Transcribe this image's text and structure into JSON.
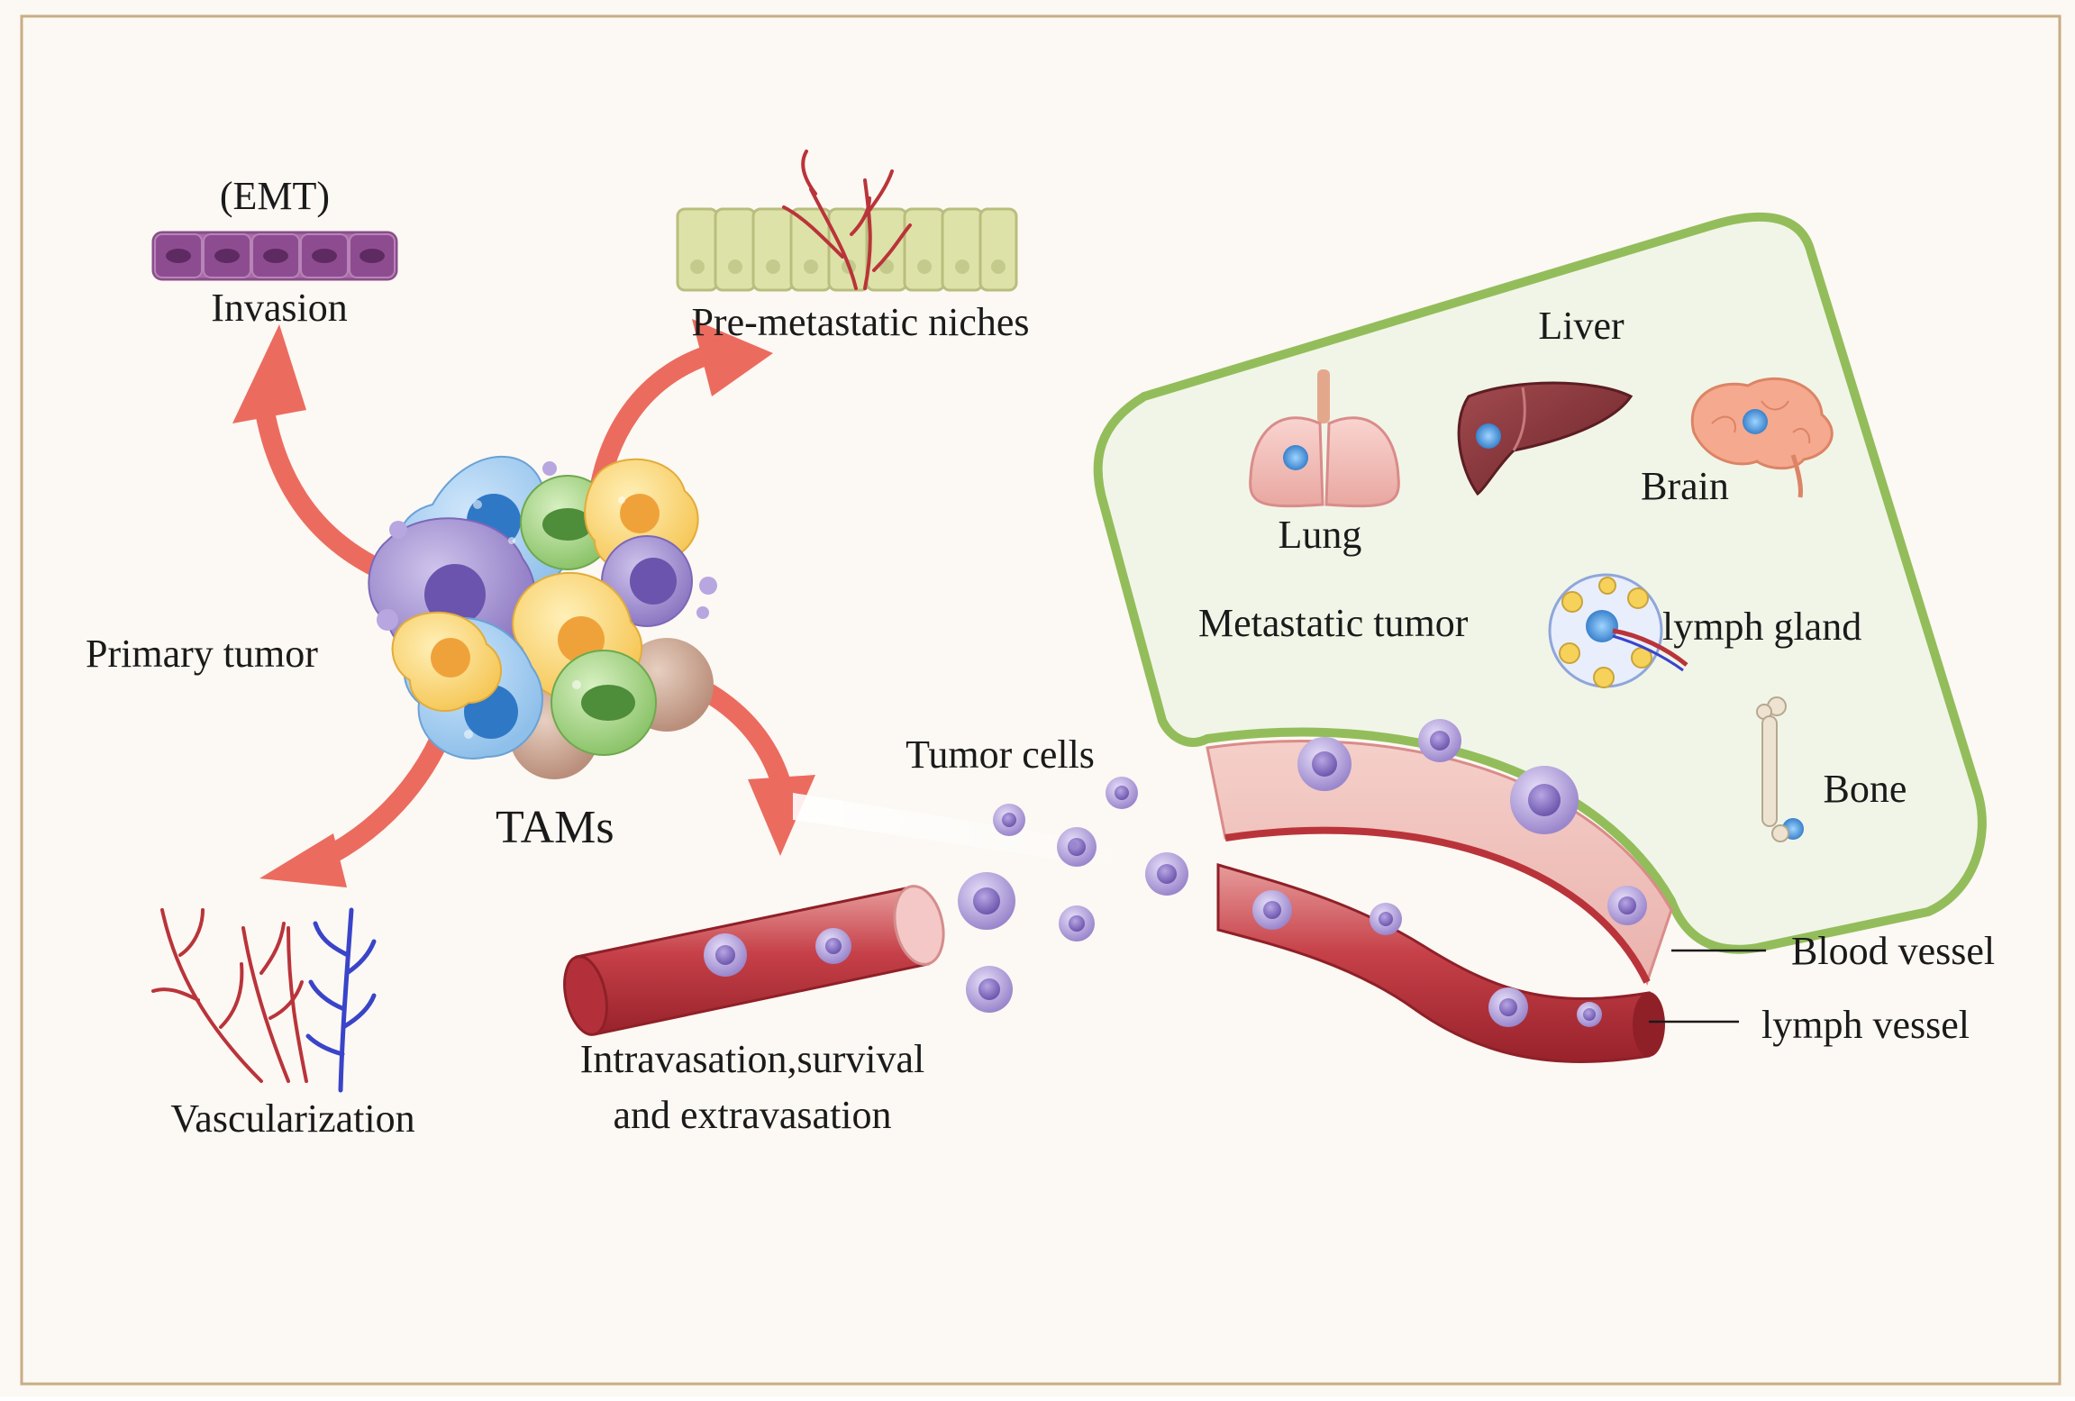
{
  "labels": {
    "emt": "(EMT)",
    "invasion": "Invasion",
    "pre_metastatic": "Pre-metastatic niches",
    "primary_tumor": "Primary tumor",
    "tams": "TAMs",
    "vascularization": "Vascularization",
    "intravasation_line1": "Intravasation,survival",
    "intravasation_line2": "and extravasation",
    "tumor_cells": "Tumor cells",
    "liver": "Liver",
    "lung": "Lung",
    "brain": "Brain",
    "metastatic_tumor": "Metastatic tumor",
    "lymph_gland": "lymph gland",
    "bone": "Bone",
    "blood_vessel": "Blood vessel",
    "lymph_vessel": "lymph vessel"
  },
  "colors": {
    "background": "#fcf8f3",
    "frame": "#c8ad85",
    "arrow": "#ec6b5f",
    "organ_panel_fill": "#f1f5e8",
    "organ_panel_border": "#93bd5a",
    "vessel_red": "#b9343a",
    "tumor_cell_purple": "#9b86c9"
  }
}
